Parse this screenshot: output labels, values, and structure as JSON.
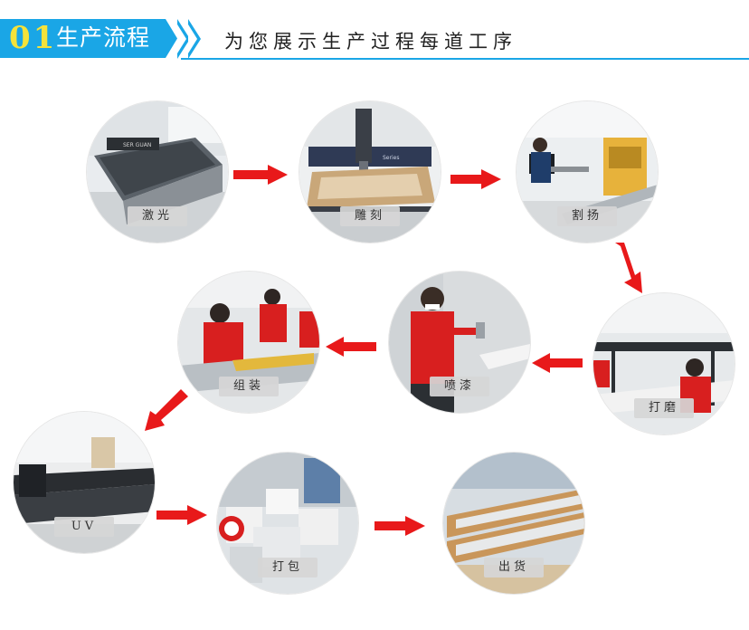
{
  "header": {
    "number": "01",
    "title": "生产流程",
    "subtitle": "为您展示生产过程每道工序"
  },
  "steps": [
    {
      "label": "激光"
    },
    {
      "label": "雕刻"
    },
    {
      "label": "割扬"
    },
    {
      "label": "打磨"
    },
    {
      "label": "喷漆"
    },
    {
      "label": "组装"
    },
    {
      "label": "UV"
    },
    {
      "label": "打包"
    },
    {
      "label": "出货"
    }
  ],
  "colors": {
    "accent": "#1aa6e6",
    "number": "#f4e23a",
    "arrow": "#e8191a",
    "label_bg": "#d6d6d6"
  }
}
